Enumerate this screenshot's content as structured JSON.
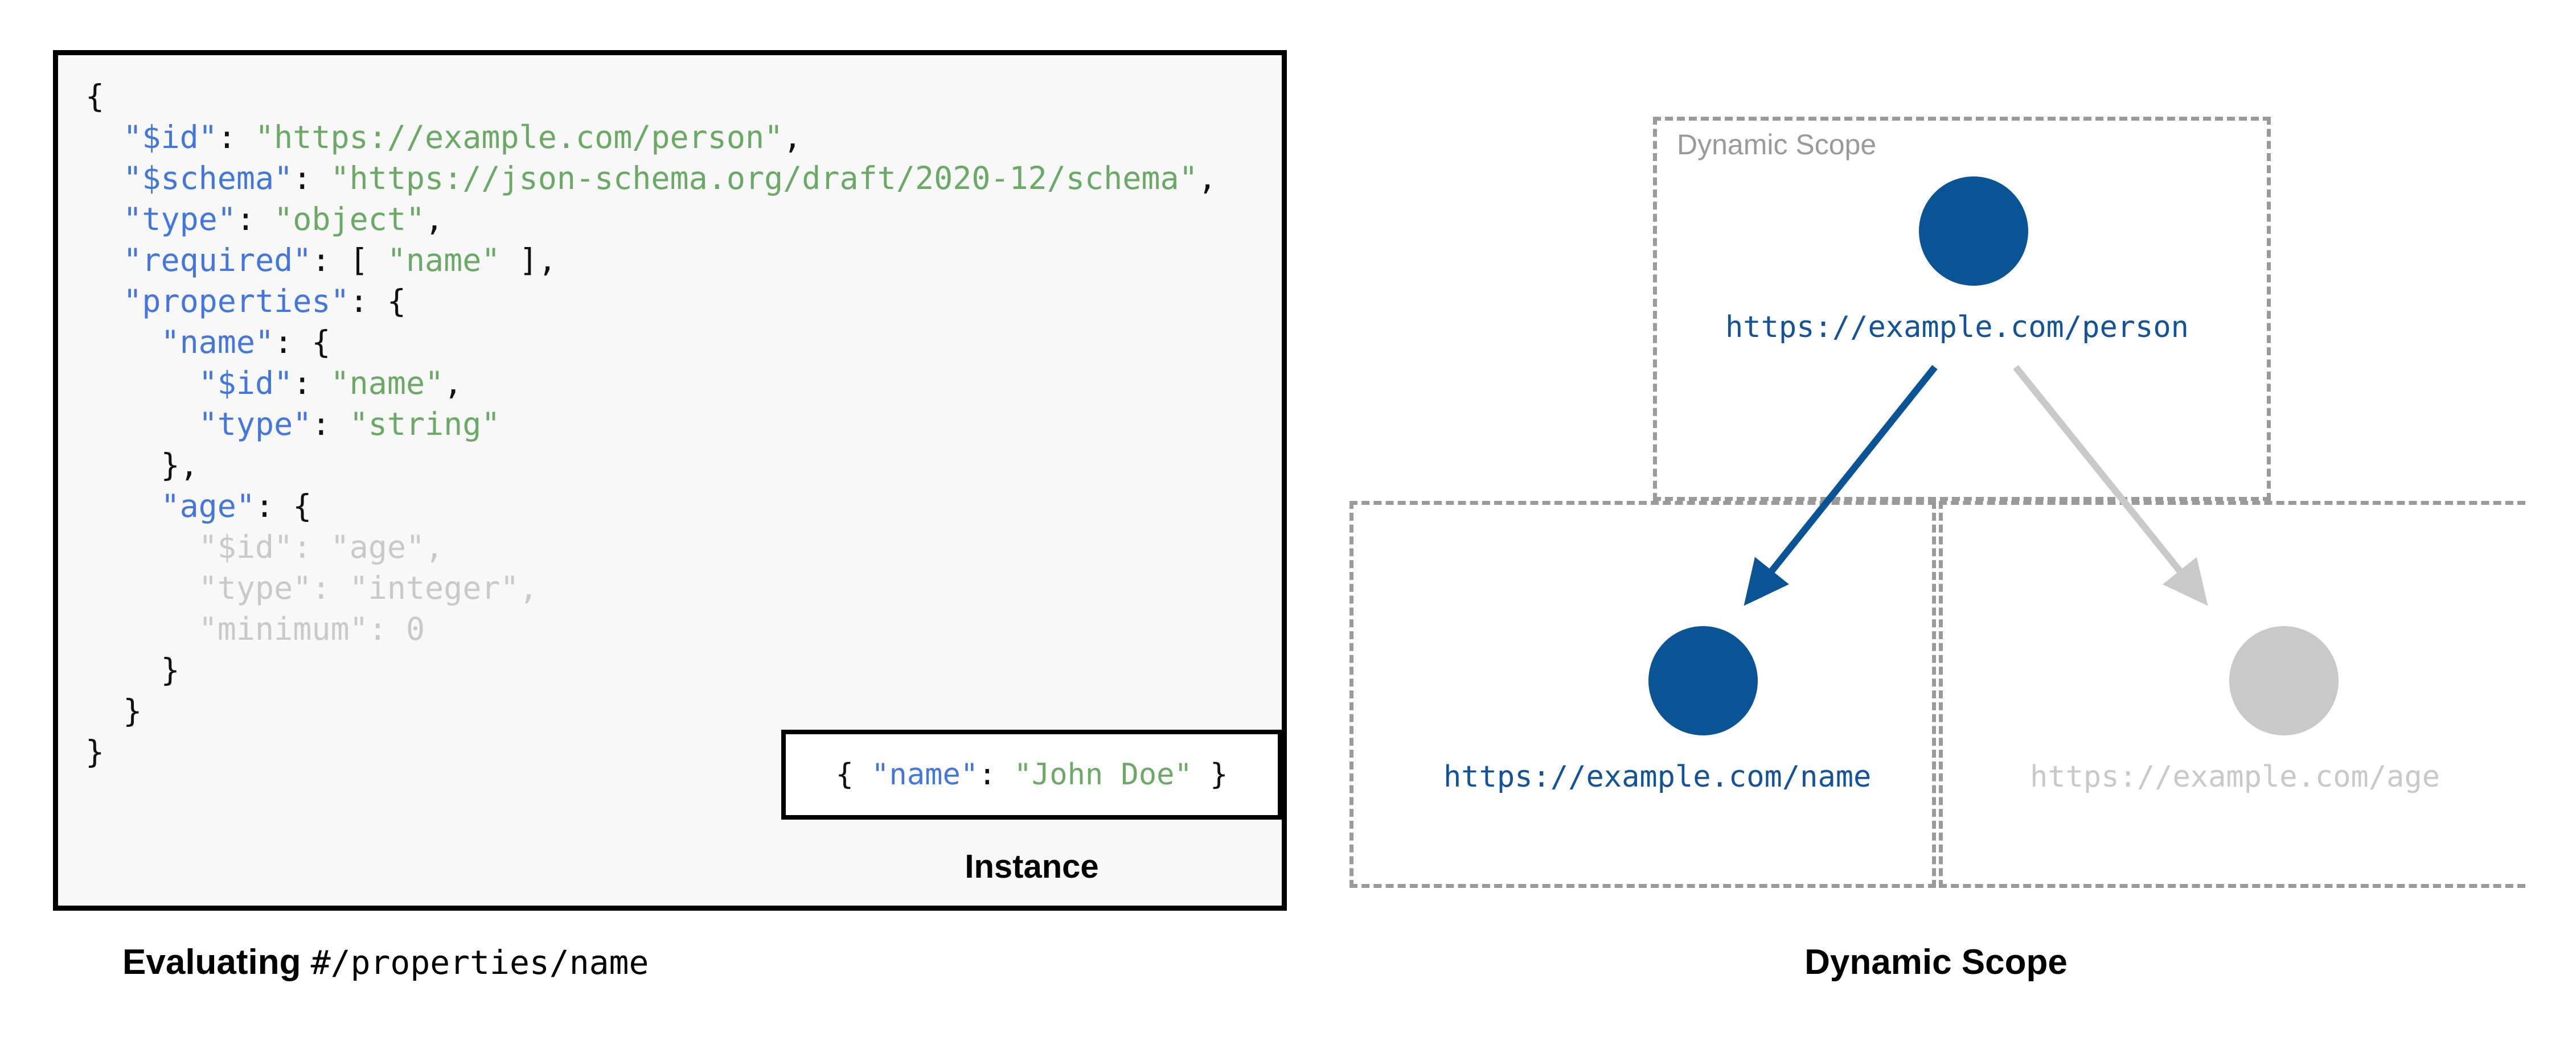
{
  "colors": {
    "accent_blue": "#0a5495",
    "label_blue": "#13539c",
    "json_key_blue": "#4477dd",
    "json_string_green": "#6aaa64",
    "dimmed_grey": "#c9c9c9",
    "dashed_border_grey": "#9a9a9a",
    "panel_background": "#f8f8f8",
    "panel_border": "#000000"
  },
  "left_panel": {
    "schema_code": {
      "lines": [
        {
          "indent": 0,
          "tokens": [
            {
              "t": "{",
              "c": "p"
            }
          ]
        },
        {
          "indent": 1,
          "tokens": [
            {
              "t": "\"$id\"",
              "c": "k"
            },
            {
              "t": ": ",
              "c": "p"
            },
            {
              "t": "\"https://example.com/person\"",
              "c": "s"
            },
            {
              "t": ",",
              "c": "p"
            }
          ]
        },
        {
          "indent": 1,
          "tokens": [
            {
              "t": "\"$schema\"",
              "c": "k"
            },
            {
              "t": ": ",
              "c": "p"
            },
            {
              "t": "\"https://json-schema.org/draft/2020-12/schema\"",
              "c": "s"
            },
            {
              "t": ",",
              "c": "p"
            }
          ]
        },
        {
          "indent": 1,
          "tokens": [
            {
              "t": "\"type\"",
              "c": "k"
            },
            {
              "t": ": ",
              "c": "p"
            },
            {
              "t": "\"object\"",
              "c": "s"
            },
            {
              "t": ",",
              "c": "p"
            }
          ]
        },
        {
          "indent": 1,
          "tokens": [
            {
              "t": "\"required\"",
              "c": "k"
            },
            {
              "t": ": [ ",
              "c": "p"
            },
            {
              "t": "\"name\"",
              "c": "s"
            },
            {
              "t": " ],",
              "c": "p"
            }
          ]
        },
        {
          "indent": 1,
          "tokens": [
            {
              "t": "\"properties\"",
              "c": "k"
            },
            {
              "t": ": {",
              "c": "p"
            }
          ]
        },
        {
          "indent": 2,
          "tokens": [
            {
              "t": "\"name\"",
              "c": "k"
            },
            {
              "t": ": {",
              "c": "p"
            }
          ]
        },
        {
          "indent": 3,
          "tokens": [
            {
              "t": "\"$id\"",
              "c": "k"
            },
            {
              "t": ": ",
              "c": "p"
            },
            {
              "t": "\"name\"",
              "c": "s"
            },
            {
              "t": ",",
              "c": "p"
            }
          ]
        },
        {
          "indent": 3,
          "tokens": [
            {
              "t": "\"type\"",
              "c": "k"
            },
            {
              "t": ": ",
              "c": "p"
            },
            {
              "t": "\"string\"",
              "c": "s"
            }
          ]
        },
        {
          "indent": 2,
          "tokens": [
            {
              "t": "},",
              "c": "p"
            }
          ]
        },
        {
          "indent": 2,
          "tokens": [
            {
              "t": "\"age\"",
              "c": "k"
            },
            {
              "t": ": {",
              "c": "p"
            }
          ]
        },
        {
          "indent": 3,
          "tokens": [
            {
              "t": "\"$id\"",
              "c": "dim"
            },
            {
              "t": ": ",
              "c": "dim"
            },
            {
              "t": "\"age\"",
              "c": "dim"
            },
            {
              "t": ",",
              "c": "dim"
            }
          ]
        },
        {
          "indent": 3,
          "tokens": [
            {
              "t": "\"type\"",
              "c": "dim"
            },
            {
              "t": ": ",
              "c": "dim"
            },
            {
              "t": "\"integer\"",
              "c": "dim"
            },
            {
              "t": ",",
              "c": "dim"
            }
          ]
        },
        {
          "indent": 3,
          "tokens": [
            {
              "t": "\"minimum\"",
              "c": "dim"
            },
            {
              "t": ": ",
              "c": "dim"
            },
            {
              "t": "0",
              "c": "dim"
            }
          ]
        },
        {
          "indent": 2,
          "tokens": [
            {
              "t": "}",
              "c": "p"
            }
          ]
        },
        {
          "indent": 1,
          "tokens": [
            {
              "t": "}",
              "c": "p"
            }
          ]
        },
        {
          "indent": 0,
          "tokens": [
            {
              "t": "}",
              "c": "p"
            }
          ]
        }
      ]
    },
    "instance": {
      "code_tokens": [
        {
          "t": "{ ",
          "c": "p"
        },
        {
          "t": "\"name\"",
          "c": "k"
        },
        {
          "t": ": ",
          "c": "p"
        },
        {
          "t": "\"John Doe\"",
          "c": "s"
        },
        {
          "t": " }",
          "c": "p"
        }
      ],
      "caption": "Instance"
    },
    "caption": {
      "bold_part": "Evaluating ",
      "mono_part": "#/properties/name"
    }
  },
  "right_panel": {
    "caption": "Dynamic Scope",
    "scope_boxes": [
      {
        "name": "top",
        "label": "Dynamic Scope"
      },
      {
        "name": "left",
        "label": ""
      },
      {
        "name": "right",
        "label": ""
      }
    ],
    "nodes": [
      {
        "id": "person",
        "label": "https://example.com/person",
        "state": "active"
      },
      {
        "id": "name",
        "label": "https://example.com/name",
        "state": "active"
      },
      {
        "id": "age",
        "label": "https://example.com/age",
        "state": "dimmed"
      }
    ],
    "edges": [
      {
        "from": "person",
        "to": "name",
        "state": "active"
      },
      {
        "from": "person",
        "to": "age",
        "state": "dimmed"
      }
    ]
  }
}
